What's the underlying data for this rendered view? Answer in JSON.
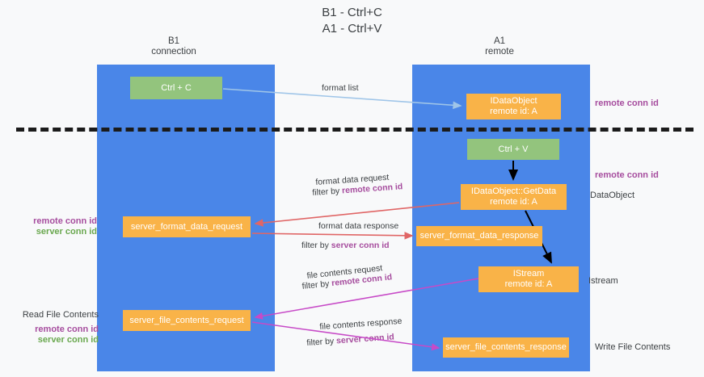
{
  "title": {
    "line1": "B1 - Ctrl+C",
    "line2": "A1 - Ctrl+V"
  },
  "columns": [
    {
      "name": "B1",
      "sub": "connection",
      "accent": "#4a86e8"
    },
    {
      "name": "A1",
      "sub": "remote",
      "accent": "#4a86e8"
    }
  ],
  "colors": {
    "lane": "#4a86e8",
    "orange": "#f9b348",
    "green": "#93c47d",
    "purple_text": "#a64d9e",
    "green_text": "#6aa84f",
    "divider": "#1b1b1b",
    "arrow_blue": "#9fc5e8",
    "arrow_black": "#000000",
    "arrow_red": "#e06666",
    "arrow_magenta": "#c74ac7",
    "background": "#f8f9fa"
  },
  "nodes": {
    "ctrl_c": {
      "label": "Ctrl + C",
      "kind": "green"
    },
    "idataobject": {
      "label": "IDataObject",
      "sub": "remote id: A",
      "kind": "orange"
    },
    "ctrl_v": {
      "label": "Ctrl + V",
      "kind": "green"
    },
    "getdata": {
      "label": "IDataObject::GetData",
      "sub": "remote id: A",
      "kind": "orange"
    },
    "server_format_data_request": {
      "label": "server_format_data_request",
      "kind": "orange"
    },
    "server_format_data_response": {
      "label": "server_format_data_response",
      "kind": "orange"
    },
    "istream": {
      "label": "IStream",
      "sub": "remote id: A",
      "kind": "orange"
    },
    "server_file_contents_request": {
      "label": "server_file_contents_request",
      "kind": "orange"
    },
    "server_file_contents_response": {
      "label": "server_file_contents_response",
      "kind": "orange"
    }
  },
  "annotations": {
    "remote_conn_id_top": "remote conn id",
    "remote_conn_id_mid": "remote conn id",
    "dataobject": "DataObject",
    "istream": "Istream",
    "write_file_contents": "Write File Contents",
    "read_file_contents": "Read File Contents",
    "remote_conn_id": "remote conn id",
    "server_conn_id": "server conn id"
  },
  "arrow_labels": {
    "format_list": "format list",
    "format_data_request": "format data request",
    "filter_by_prefix": "filter by",
    "remote_conn_id": "remote conn id",
    "server_conn_id": "server conn id",
    "format_data_response": "format data response",
    "file_contents_request": "file contents request",
    "file_contents_response": "file contents response"
  }
}
